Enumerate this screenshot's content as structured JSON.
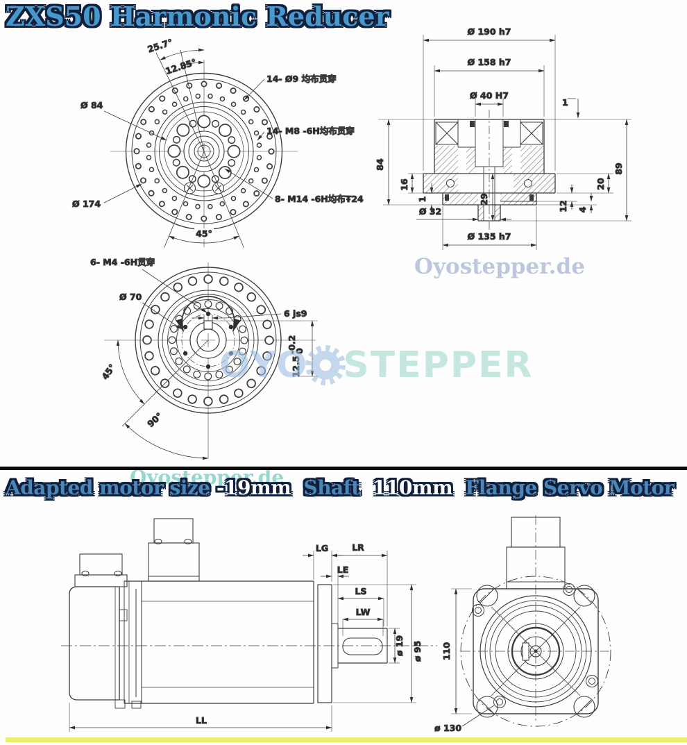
{
  "titles": {
    "main": "ZXS50 Harmonic Reducer",
    "parts": [
      {
        "text": "Adapted motor size",
        "style": "blue"
      },
      {
        "text": "-19mm",
        "style": "white"
      },
      {
        "text": "Shaft",
        "style": "blue"
      },
      {
        "text": "110mm",
        "style": "white"
      },
      {
        "text": "Flange Servo Motor",
        "style": "blue"
      }
    ]
  },
  "watermarks": {
    "site_top": "Oyostepper.de",
    "site_bottom": "Oyostepper.de",
    "logo_left": "OYO",
    "logo_right": "STEPPER"
  },
  "front_view": {
    "angle_25": "25.7°",
    "angle_12": "12.85°",
    "holes_9": "14- Ø9 均布贯穿",
    "dia_84": "Ø 84",
    "holes_m8": "14- M8 -6H均布贯穿",
    "holes_m14": "8- M14 -6H均布Ŧ24",
    "dia_174": "Ø 174",
    "angle_45": "45°"
  },
  "section_view": {
    "dia_190": "Ø 190 h7",
    "dia_158": "Ø 158 h7",
    "dia_40": "Ø 40 H7",
    "dim_1_top": "1",
    "dim_84": "84",
    "dim_16": "16",
    "dim_1_bottom": "1",
    "dia_32": "Ø 32",
    "dim_29": "29",
    "dim_89": "89",
    "dim_20": "20",
    "dim_12": "12",
    "dim_4": "4",
    "dia_135": "Ø 135 h7"
  },
  "back_view": {
    "holes_m4": "6- M4 -6H贯穿",
    "dia_70": "Ø 70",
    "key": "6 js9",
    "angle_45": "45°",
    "angle_90": "90°",
    "depth": "12.5",
    "tol_up": "-0.2",
    "tol_dn": "0"
  },
  "motor_side": {
    "lg": "LG",
    "lr": "LR",
    "le": "LE",
    "ls": "LS",
    "lw": "LW",
    "dia_19": "ø 19",
    "dia_95": "ø 95",
    "ll": "LL"
  },
  "motor_front": {
    "dim_110": "110",
    "dia_130": "ø 130"
  },
  "colors": {
    "title_fill": "#4798cc",
    "title_outline": "#101f3c",
    "title_white": "#ffffff",
    "watermark_blue": "#b5c2dc",
    "watermark_teal": "#82d2c6",
    "divider": "#0b0b0b",
    "bottom_bar": "#edf06e",
    "line": "#3d3d3d"
  }
}
